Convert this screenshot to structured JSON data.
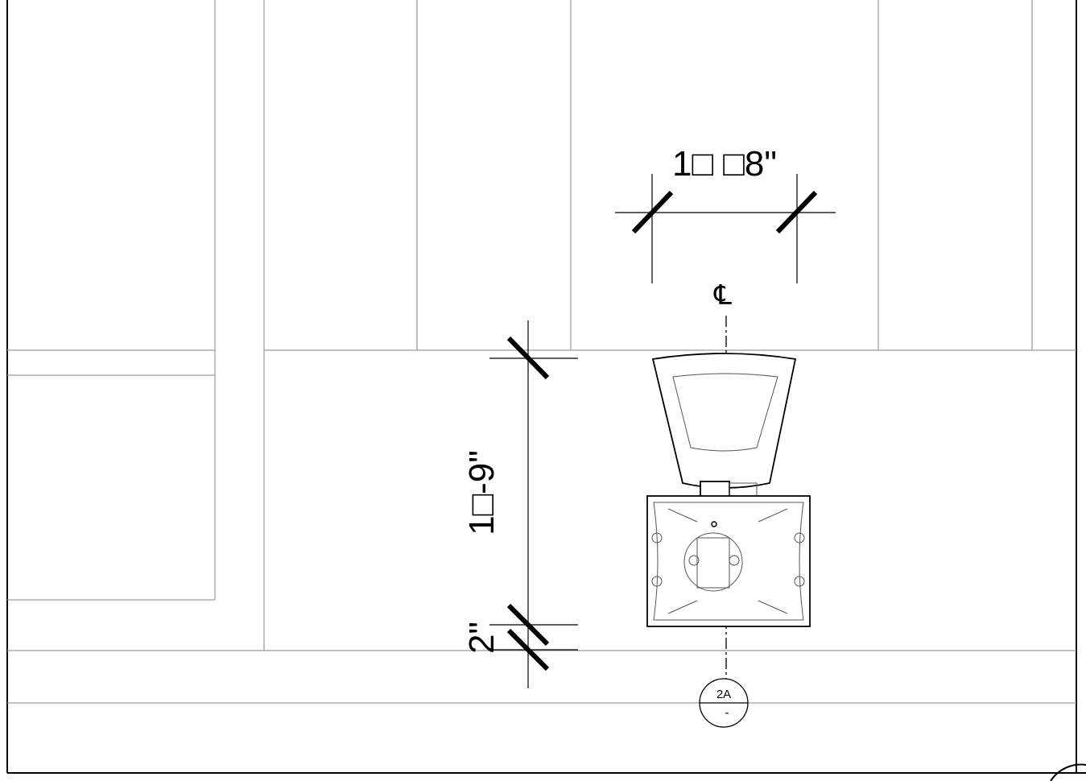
{
  "dimensions": {
    "width_label": "1□ □8\"",
    "height_label": "1□-9\"",
    "offset_label": "2\""
  },
  "centerline": {
    "label": "℄"
  },
  "section_tag": {
    "top": "2A",
    "bottom": "-"
  },
  "colors": {
    "line": "#000000",
    "background_line": "#9a9a9a",
    "paper": "#ffffff"
  }
}
